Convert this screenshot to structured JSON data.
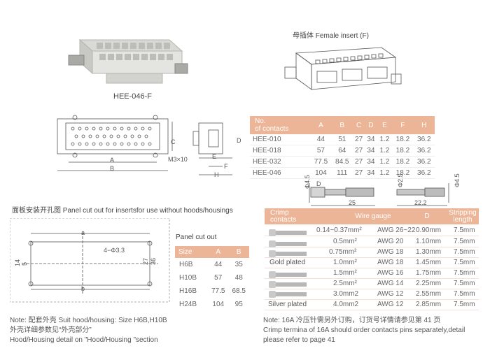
{
  "product": {
    "model": "HEE-046-F"
  },
  "female_insert": {
    "label": "母插体 Female insert (F)"
  },
  "dims": {
    "a": "A",
    "b": "B",
    "c": "C",
    "d": "D",
    "e": "E",
    "f": "F",
    "h": "H",
    "screw": "M3×10"
  },
  "spec_table": {
    "headers": [
      "No.\nof contacts",
      "A",
      "B",
      "C",
      "D",
      "E",
      "F",
      "H"
    ],
    "rows": [
      [
        "HEE-010",
        "44",
        "51",
        "27",
        "34",
        "1.2",
        "18.2",
        "36.2"
      ],
      [
        "HEE-018",
        "57",
        "64",
        "27",
        "34",
        "1.2",
        "18.2",
        "36.2"
      ],
      [
        "HEE-032",
        "77.5",
        "84.5",
        "27",
        "34",
        "1.2",
        "18.2",
        "36.2"
      ],
      [
        "HEE-046",
        "104",
        "111",
        "27",
        "34",
        "1.2",
        "18.2",
        "36.2"
      ]
    ]
  },
  "pin_drawing": {
    "dia1": "Φ4.5",
    "dia2": "Φ2.5",
    "dia3": "Φ4.5",
    "d": "D",
    "len1": "25",
    "len2": "22.2"
  },
  "panel_section": {
    "title": "面板安装开孔图 Panel cut out for insertsfor use without hoods/housings",
    "dims": {
      "a": "a",
      "b": "b",
      "hole": "4−Φ3.3",
      "d14": "14",
      "d5": "5",
      "d27": "27",
      "d36": "36"
    }
  },
  "panel_table": {
    "title": "Panel cut out",
    "headers": [
      "Size",
      "A",
      "B"
    ],
    "rows": [
      [
        "H6B",
        "44",
        "35"
      ],
      [
        "H10B",
        "57",
        "48"
      ],
      [
        "H16B",
        "77.5",
        "68.5"
      ],
      [
        "H24B",
        "104",
        "95"
      ]
    ]
  },
  "crimp_table": {
    "headers": {
      "contacts": "Crimp\ncontacts",
      "wire": "Wire gauge",
      "d": "D",
      "strip": "Stripping\nlength"
    },
    "rows": [
      {
        "mm2": "0.14~0.37mm²",
        "awg": "AWG 26~22",
        "d": "0.90mm",
        "strip": "7.5mm"
      },
      {
        "mm2": "0.5mm²",
        "awg": "AWG 20",
        "d": "1.10mm",
        "strip": "7.5mm"
      },
      {
        "mm2": "0.75mm²",
        "awg": "AWG 18",
        "d": "1.30mm",
        "strip": "7.5mm"
      },
      {
        "mm2": "1.0mm²",
        "awg": "AWG 18",
        "d": "1.45mm",
        "strip": "7.5mm"
      },
      {
        "mm2": "1.5mm²",
        "awg": "AWG 16",
        "d": "1.75mm",
        "strip": "7.5mm"
      },
      {
        "mm2": "2.5mm²",
        "awg": "AWG 14",
        "d": "2.25mm",
        "strip": "7.5mm"
      },
      {
        "mm2": "3.0mm2",
        "awg": "AWG 12",
        "d": "2.55mm",
        "strip": "7.5mm"
      },
      {
        "mm2": "4.0mm2",
        "awg": "AWG 12",
        "d": "2.85mm",
        "strip": "7.5mm"
      }
    ],
    "gold_label": "Gold plated",
    "silver_label": "Silver plated"
  },
  "notes": {
    "left1": "Note: 配套外壳 Suit hood/housing: Size H6B,H10B",
    "left2": "外壳详细参数见“外壳部分”",
    "left3": "Hood/Housing detail on \"Hood/Housing \"section",
    "right1": "Note: 16A 冷压针需另外订购，订货号详情请参见第 41 页",
    "right2": "Crimp termina of 16A should order contacts pins separately,detail",
    "right3": "please refer to page 41"
  },
  "colors": {
    "header": "#ecb597",
    "line": "#555555"
  }
}
